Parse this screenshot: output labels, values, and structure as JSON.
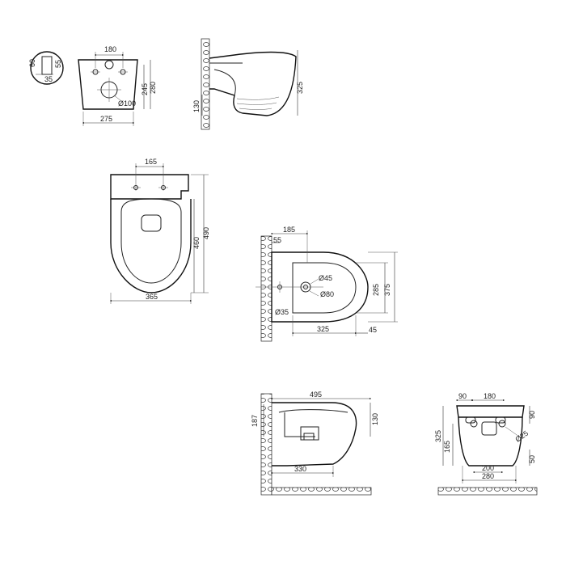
{
  "views": {
    "top_left_detail": {
      "d60": "60",
      "d55": "55",
      "d35": "35"
    },
    "front_small": {
      "w180": "180",
      "d245": "245",
      "d280": "280",
      "dia100": "Ø100",
      "w275": "275"
    },
    "side_small": {
      "h130": "130",
      "h325": "325"
    },
    "plan_top": {
      "w165": "165",
      "h460": "460",
      "h490": "490",
      "w365": "365"
    },
    "bidet_plan": {
      "w185": "185",
      "w55": "55",
      "dia45": "Ø45",
      "dia80": "Ø80",
      "dia35": "Ø35",
      "h285": "285",
      "h375": "375",
      "w325": "325",
      "w45": "45"
    },
    "bidet_side": {
      "w495": "495",
      "h187": "187",
      "h130": "130",
      "w330": "330"
    },
    "bidet_front": {
      "w90": "90",
      "w180": "180",
      "r90": "90",
      "h325": "325",
      "h165": "165",
      "dia25": "Ø25",
      "w200": "200",
      "w280": "280",
      "r50": "50"
    }
  }
}
